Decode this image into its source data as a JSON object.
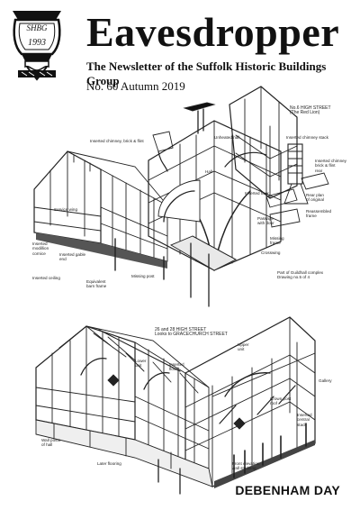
{
  "masthead": {
    "logo_text": "SHBG",
    "logo_year": "1993",
    "title": "Eavesdropper",
    "subtitle": "The Newsletter of the Suffolk Historic Buildings Group",
    "issue": "No. 60   Autumn 2019"
  },
  "upper_drawing": {
    "heading": "No.6 HIGH STREET\n(The Red Lion)",
    "notes": [
      "Inserted chimney stack",
      "Inserted chimney, brick & flint",
      "Unheated hall",
      "Hall",
      "Service wing",
      "Inserted floor",
      "Inserted\nmodillion\ncornice",
      "Inserted gable\nend",
      "Inserted chimney\nbrick & flint\nrear",
      "Rear plan\nof original",
      "Passage\nwith door",
      "Reassembled\nframe",
      "Missing\nframe",
      "Part of Guildhall complex\nDrawing no.5 of 4",
      "Inserted ceiling",
      "Crosswing",
      "Equivalent\nbarn frame",
      "Missing post"
    ]
  },
  "lower_drawing": {
    "heading": "26 and 28 HIGH STREET\nLooks to GRACECHURCH STREET",
    "notes": [
      "Lower\nunit",
      "Upper\nunit",
      "Inserted\nfloor",
      "Gallery",
      "Wall posts\nof hall",
      "Crown post\nroof",
      "Later flooring",
      "Inserted\ncentral\nstack",
      "Front elevation\nwall studding"
    ]
  },
  "footer": {
    "headline": "DEBENHAM DAY"
  }
}
